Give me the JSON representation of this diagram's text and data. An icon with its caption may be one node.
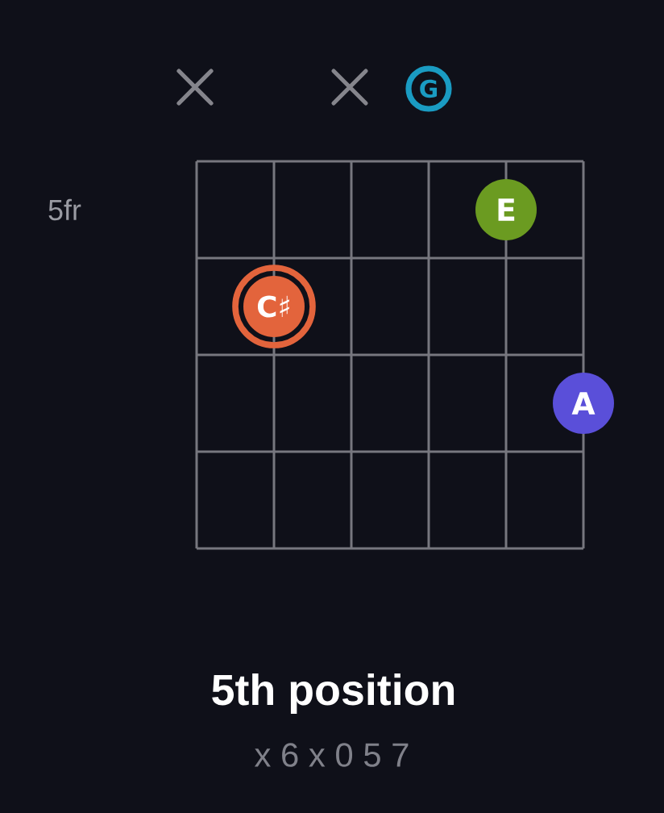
{
  "diagram": {
    "title": "5th position",
    "nodes": [
      {
        "text": [
          "G"
        ]
      },
      {
        "text": [
          "E"
        ]
      },
      {
        "text": [
          "C♯"
        ]
      },
      {
        "text": [
          "A"
        ]
      }
    ],
    "labels": [
      "5fr",
      "x 6 x 0 5 7"
    ]
  }
}
